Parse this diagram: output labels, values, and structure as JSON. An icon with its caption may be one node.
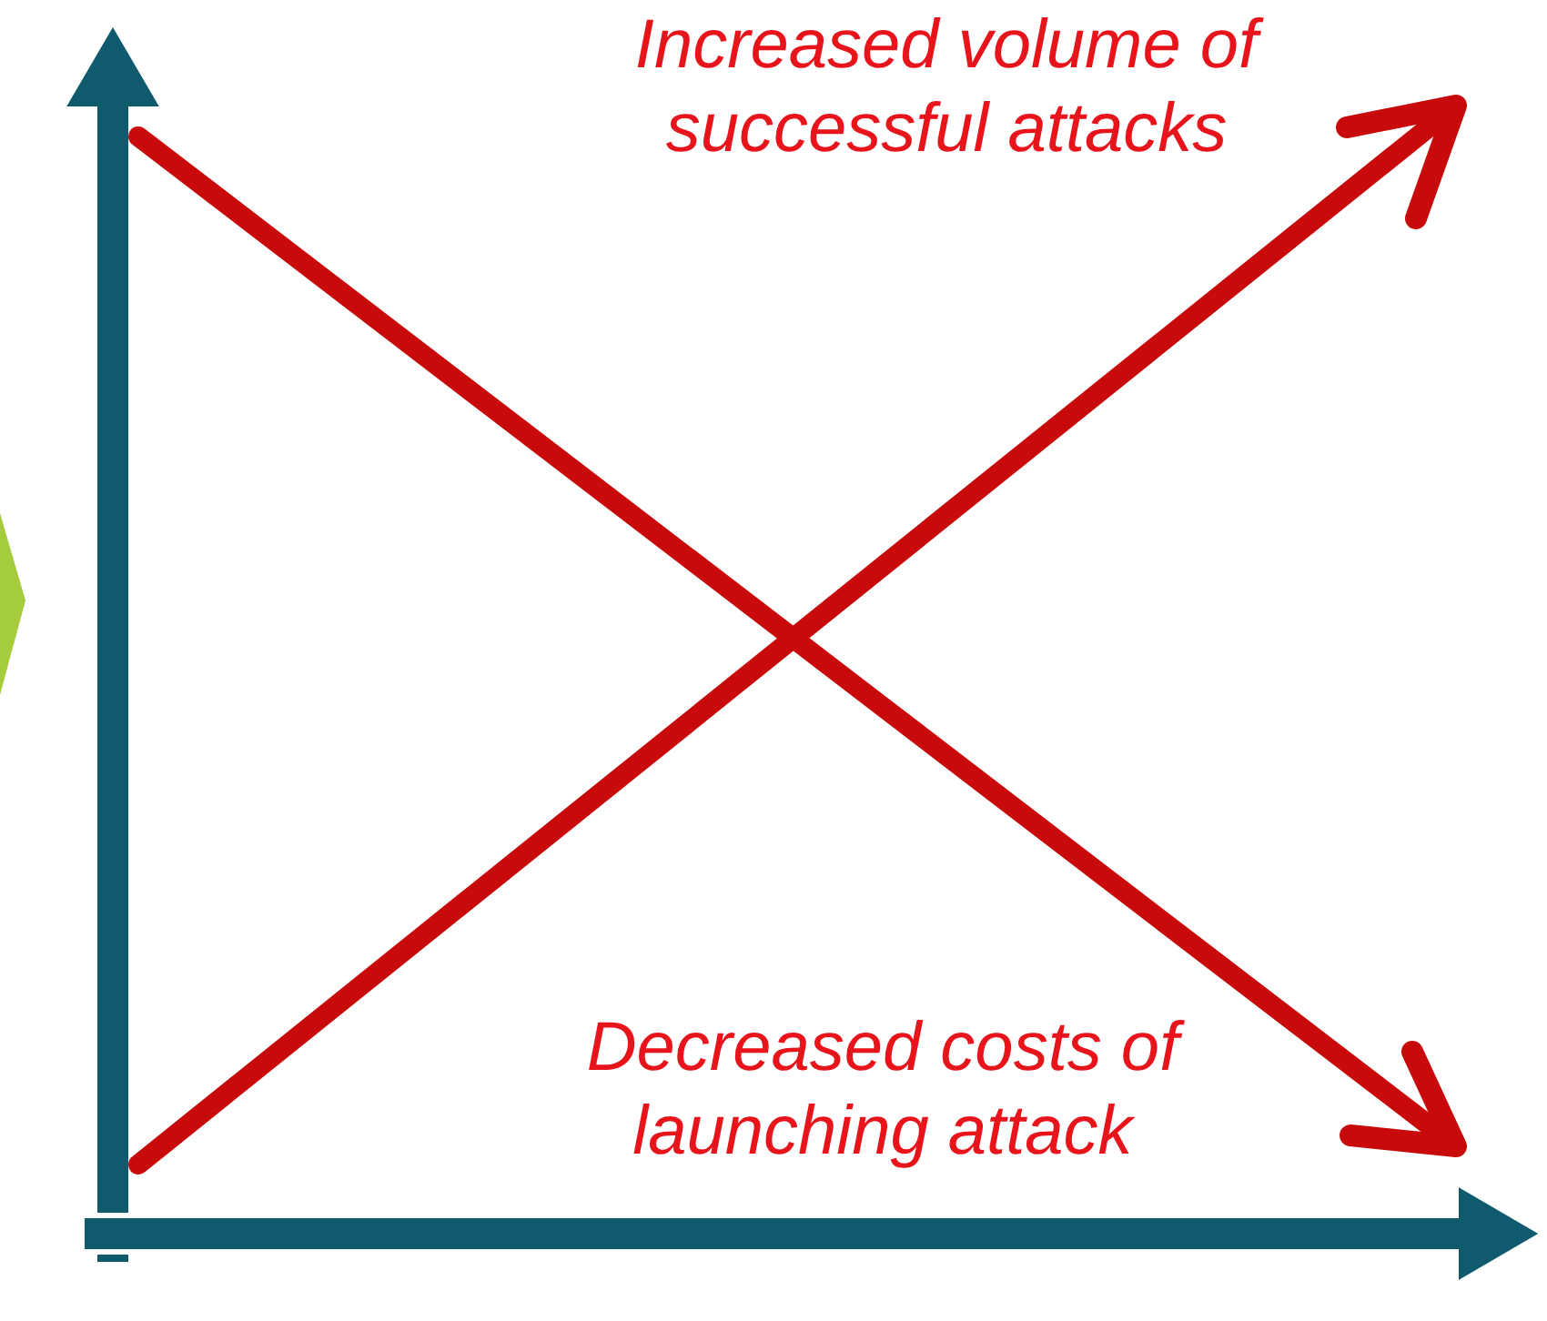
{
  "diagram": {
    "nodes": [
      {
        "text": [],
        "shape": "chevron"
      }
    ],
    "labels": [
      "Increased volume of successful attacks",
      "Decreased costs of launching attack"
    ]
  }
}
